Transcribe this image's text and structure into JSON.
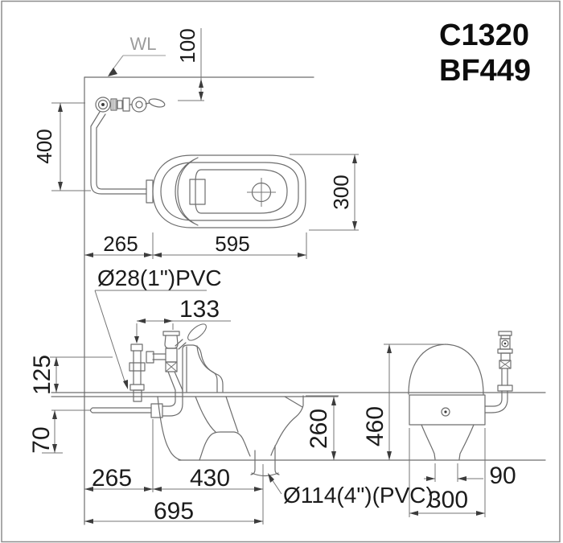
{
  "product": {
    "model": "C1320",
    "fitting": "BF449"
  },
  "labels": {
    "water_line": "WL",
    "inlet_pipe": "Ø28(1\")PVC",
    "outlet_pipe": "Ø114(4\")(PVC)"
  },
  "dims": {
    "top": {
      "wl_to_valve": "100",
      "valve_to_inlet": "400",
      "wall_to_pan": "265",
      "pan_length": "595",
      "pan_width": "300"
    },
    "side": {
      "valve_offset": "133",
      "inlet_height": "125",
      "pipe_depth": "70",
      "wall_to_pan": "265",
      "pan_to_drain": "430",
      "total_length": "695",
      "body_height": "260",
      "overall_height": "460"
    },
    "end": {
      "drain_width": "90",
      "base_width": "300"
    }
  },
  "colors": {
    "line": "#6d6d6d",
    "text": "#1b1b1b",
    "muted": "#9c9c9c",
    "background": "#ffffff"
  }
}
